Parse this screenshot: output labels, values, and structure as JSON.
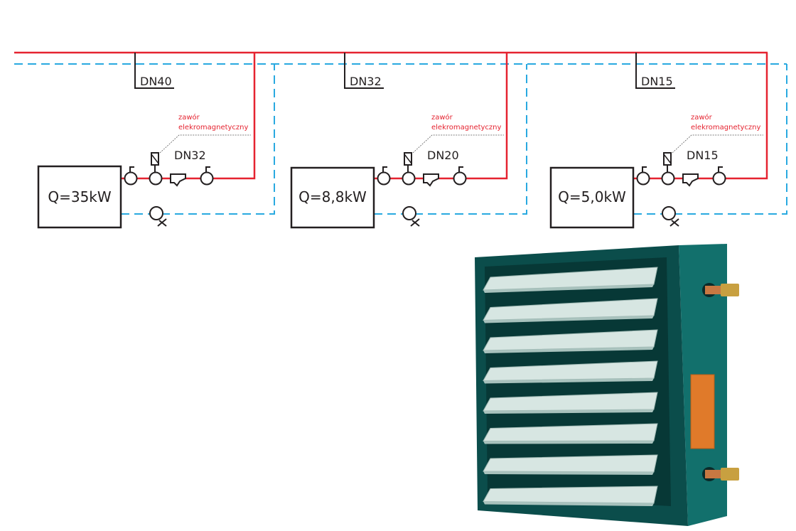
{
  "colors": {
    "supply": "#e52330",
    "return": "#29a9e0",
    "line": "#231f20",
    "heater_body": "#0e5c5a",
    "louver": "#cfe0dc"
  },
  "units": [
    {
      "branch_dn": "DN40",
      "valve_dn": "DN32",
      "power": "Q=35kW",
      "valve_note_1": "zawór",
      "valve_note_2": "elekromagnetyczny"
    },
    {
      "branch_dn": "DN32",
      "valve_dn": "DN20",
      "power": "Q=8,8kW",
      "valve_note_1": "zawór",
      "valve_note_2": "elekromagnetyczny"
    },
    {
      "branch_dn": "DN15",
      "valve_dn": "DN15",
      "power": "Q=5,0kW",
      "valve_note_1": "zawór",
      "valve_note_2": "elekromagnetyczny"
    }
  ],
  "heater_image": {
    "icon": "unit-heater-photo",
    "louver_count": 8
  }
}
